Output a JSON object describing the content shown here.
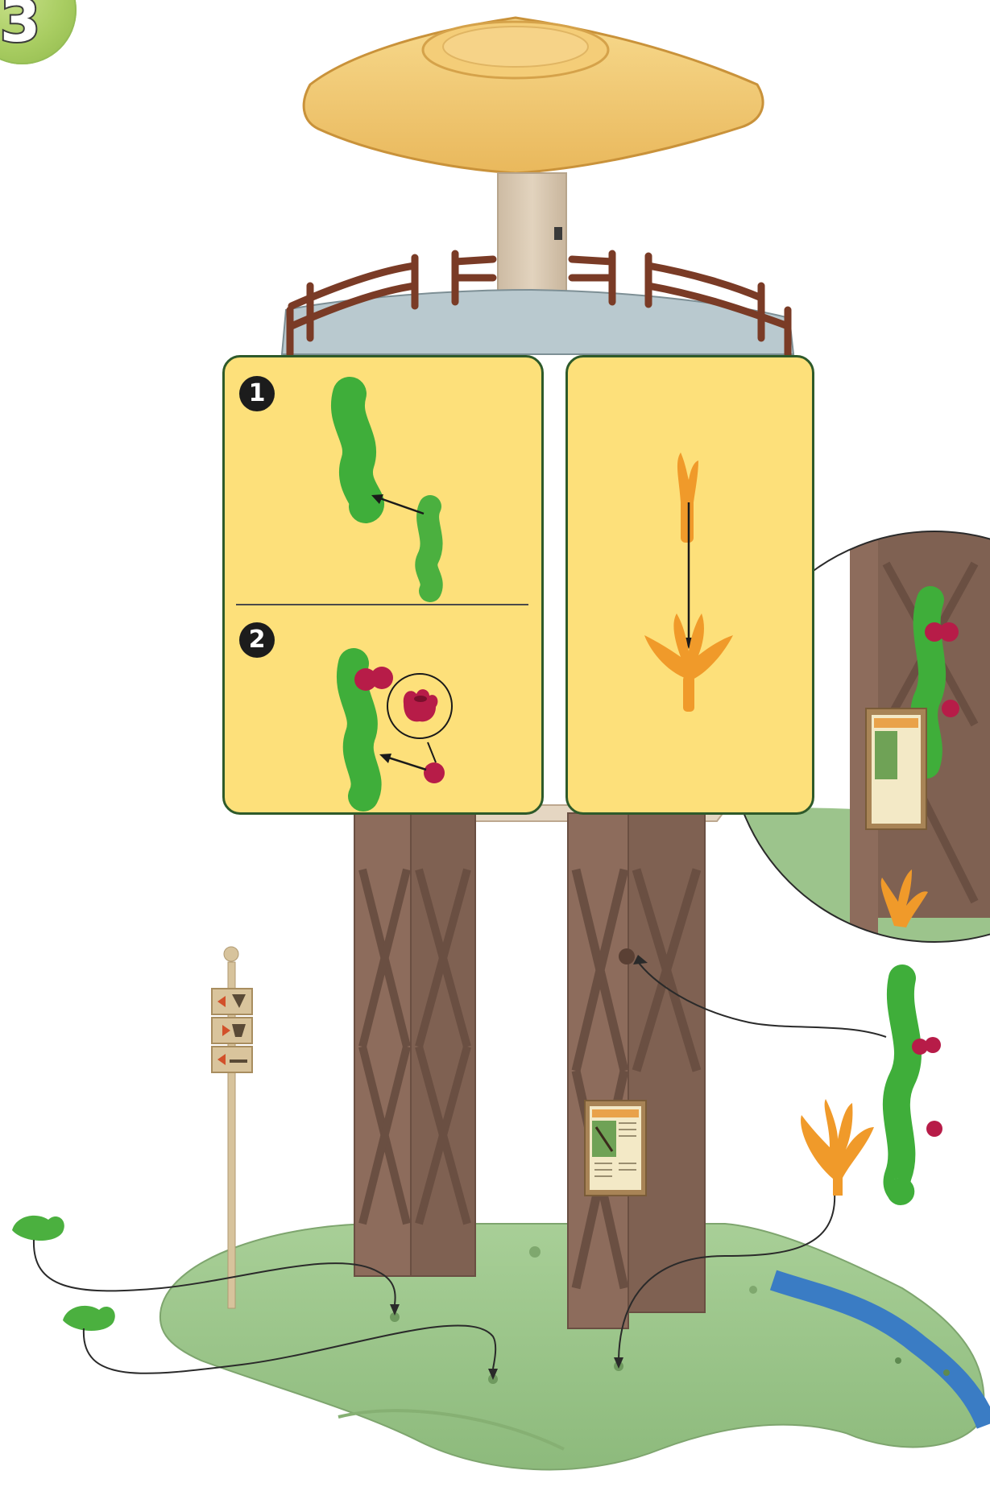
{
  "step": {
    "number": "3"
  },
  "panels": {
    "left": {
      "sub_steps": [
        {
          "label": "1"
        },
        {
          "label": "2"
        }
      ]
    }
  },
  "icons": {
    "vine": "vine-icon",
    "flower": "flower-icon",
    "plant_sprout": "plant-sprout-icon",
    "plant_base": "plant-base-icon",
    "bush": "bush-icon",
    "signpost": "signpost-icon",
    "info_board": "info-board-icon",
    "arrow": "arrow-icon"
  },
  "colors": {
    "panel_bg": "#fde07a",
    "panel_border": "#2e5a2a",
    "badge_green": "#a9cd62",
    "roof": "#f0c46a",
    "post": "#d8c8b2",
    "wood": "#8a6a5a",
    "fence": "#7a3b26",
    "ground": "#9cc48c",
    "water": "#3a7cc4",
    "leaf": "#3fae3a",
    "flower": "#b71c48",
    "sprout": "#f09a2a"
  }
}
